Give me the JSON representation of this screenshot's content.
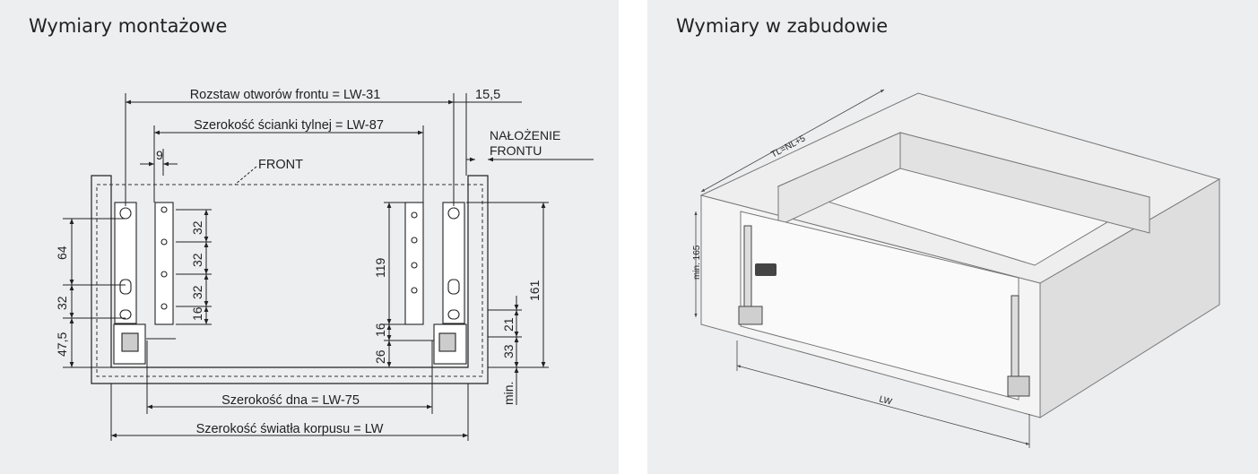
{
  "panels": {
    "mounting": {
      "title": "Wymiary montażowe",
      "labels": {
        "front_hole_spacing": "Rozstaw otworów frontu = LW-31",
        "front_overlap_dim": "15,5",
        "back_wall_width": "Szerokość ścianki tylnej = LW-87",
        "front_overlap": "NAŁOŻENIE",
        "front_overlap_2": "FRONTU",
        "offset_9": "9",
        "front": "FRONT",
        "dim_64": "64",
        "dim_32_left": "32",
        "dim_47_5": "47,5",
        "dim_32_a": "32",
        "dim_32_b": "32",
        "dim_32_c": "32",
        "dim_16_top": "16",
        "dim_119": "119",
        "dim_16_mid": "16",
        "dim_26": "26",
        "dim_21": "21",
        "dim_33": "33",
        "dim_161": "161",
        "min_label": "min.",
        "bottom_width": "Szerokość dna = LW-75",
        "cabinet_width": "Szerokość światła korpusu = LW"
      }
    },
    "installed": {
      "title": "Wymiary w zabudowie",
      "labels": {
        "depth": "TL=NL+5",
        "min_height": "min. 165",
        "lw": "LW"
      }
    }
  }
}
